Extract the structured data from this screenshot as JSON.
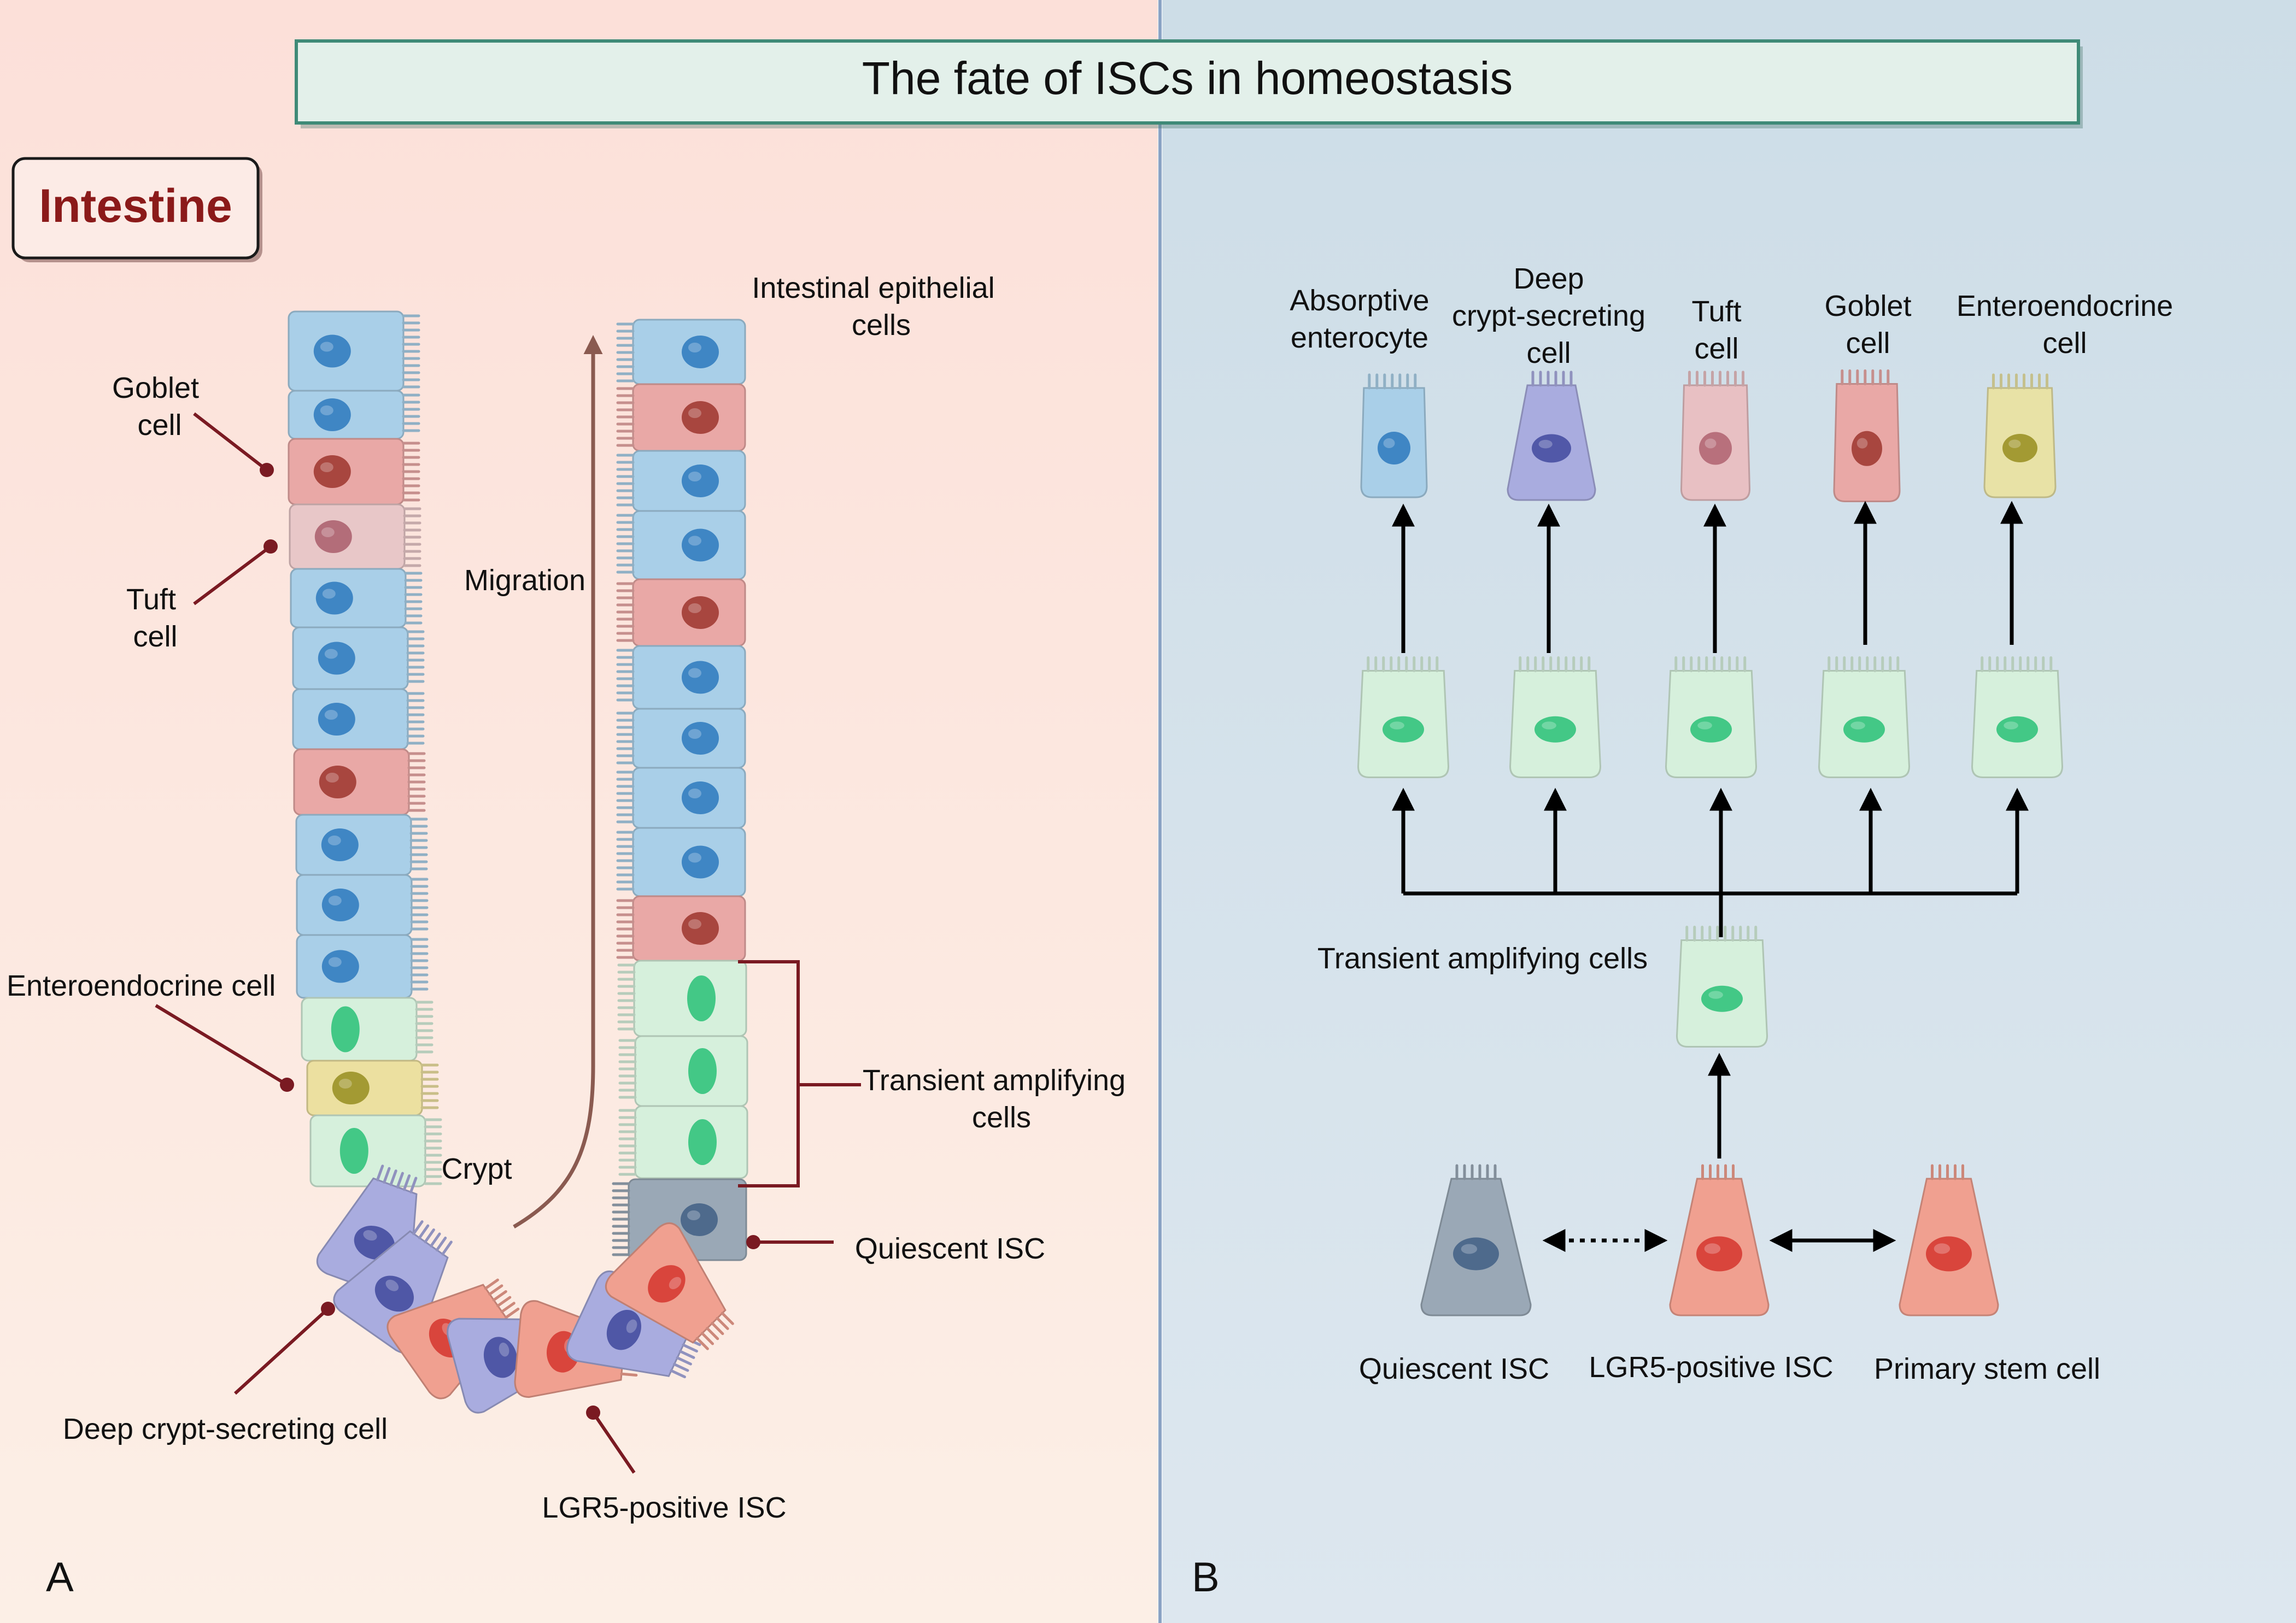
{
  "title": "The fate of ISCs in homeostasis",
  "panel_a": {
    "badge": "Intestine",
    "letter": "A",
    "labels": {
      "goblet": [
        "Goblet",
        "cell"
      ],
      "tuft": [
        "Tuft",
        "cell"
      ],
      "enteroendocrine": "Enteroendocrine cell",
      "deep_crypt": "Deep crypt-secreting cell",
      "migration": "Migration",
      "crypt": "Crypt",
      "epithelial": [
        "Intestinal epithelial",
        "cells"
      ],
      "transient": [
        "Transient amplifying",
        "cells"
      ],
      "quiescent": "Quiescent ISC",
      "lgr5": "LGR5-positive ISC"
    }
  },
  "panel_b": {
    "letter": "B",
    "fates": [
      {
        "lines": [
          "Absorptive",
          "enterocyte"
        ],
        "color": "#a9cfe8",
        "nucleus": "#3f86c4"
      },
      {
        "lines": [
          "Deep",
          "crypt-secreting",
          "cell"
        ],
        "color": "#a9acdf",
        "nucleus": "#5158a8"
      },
      {
        "lines": [
          "Tuft",
          "cell"
        ],
        "color": "#e8c0c3",
        "nucleus": "#b8707c"
      },
      {
        "lines": [
          "Goblet",
          "cell"
        ],
        "color": "#e9a8a6",
        "nucleus": "#a8463f"
      },
      {
        "lines": [
          "Enteroendocrine",
          "cell"
        ],
        "color": "#e8e2a6",
        "nucleus": "#a39a33"
      }
    ],
    "transient_label": "Transient amplifying cells",
    "quiescent_label": "Quiescent ISC",
    "lgr5_label": "LGR5-positive ISC",
    "primary_label": "Primary stem cell"
  },
  "colors": {
    "panel_a_bg_top": "#fce1da",
    "panel_a_bg_bottom": "#fcede4",
    "panel_b_bg": "#cfdfe8",
    "title_bg": "#e2f0ea",
    "title_border": "#3f8a77",
    "badge_text": "#8b1a1a",
    "pointer": "#7a1a22",
    "migration_arrow": "#8a5a50",
    "absorptive": "#a9cfe8",
    "absorptive_nucleus": "#3f86c4",
    "goblet": "#e9a8a6",
    "goblet_nucleus": "#a8463f",
    "tuft": "#e8c7c8",
    "tuft_nucleus": "#b36d79",
    "transient": "#d6f0dc",
    "transient_nucleus": "#43c886",
    "enteroendocrine": "#ece0a0",
    "enteroendocrine_nucleus": "#a39a33",
    "deep_crypt": "#a9acdf",
    "deep_crypt_nucleus": "#4f57a6",
    "lgr5": "#f0a090",
    "lgr5_nucleus": "#d9453c",
    "quiescent": "#9aa8b6",
    "quiescent_nucleus": "#4e6a8c"
  }
}
